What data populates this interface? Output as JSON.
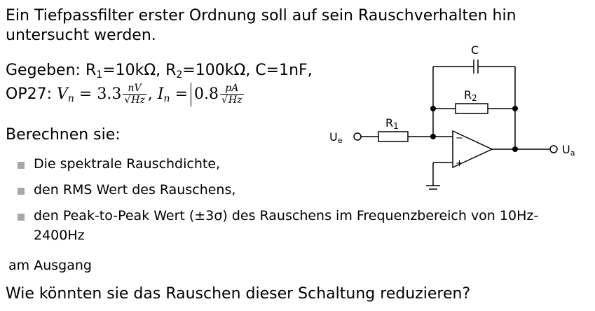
{
  "intro": {
    "line1": "Ein Tiefpassfilter erster Ordnung soll auf sein Rauschverhalten hin",
    "line2": "untersucht werden."
  },
  "given": {
    "prefix": "Gegeben: ",
    "r1_name": "R",
    "r1_sub": "1",
    "r1_value": "=10kΩ, ",
    "r2_name": "R",
    "r2_sub": "2",
    "r2_value": "=100kΩ, C=1nF,"
  },
  "opamp": {
    "label": "OP27: ",
    "vn_symbol": "V",
    "vn_sub": "n",
    "vn_eq": " = 3.3",
    "vn_num": "nV",
    "vn_den": "Hz",
    "sep": ",",
    "in_symbol": "I",
    "in_sub": "n",
    "in_eq": " =",
    "in_val": "0.8",
    "in_num": "pA",
    "in_den": "Hz"
  },
  "task": {
    "heading": "Berechnen sie:",
    "items": [
      "Die spektrale Rauschdichte,",
      "den RMS Wert des Rauschens,",
      "den Peak-to-Peak Wert (±3σ) des Rauschens im Frequenzbereich von 10Hz-",
      "2400Hz"
    ],
    "suffix": "am Ausgang",
    "question": "Wie könnten sie das Rauschen dieser Schaltung reduzieren?"
  },
  "circuit": {
    "c_label": "C",
    "r2_label": "R",
    "r2_sub": "2",
    "r1_label": "R",
    "r1_sub": "1",
    "ue_label": "U",
    "ue_sub": "e",
    "ua_label": "U",
    "ua_sub": "a",
    "minus": "−",
    "plus": "+"
  }
}
